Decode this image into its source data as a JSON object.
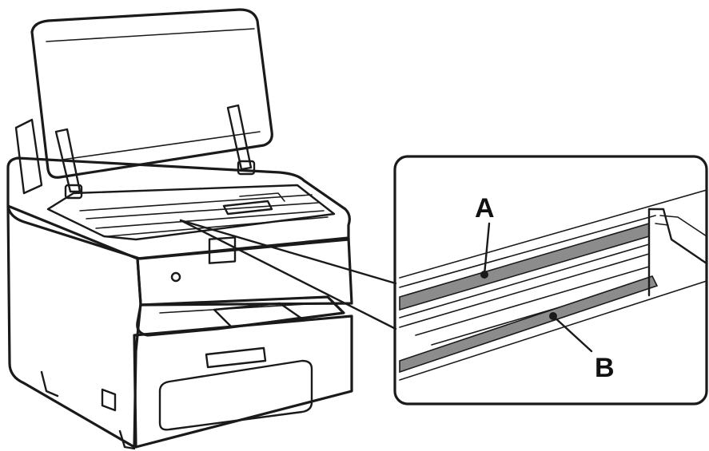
{
  "figure": {
    "subject": "printer-with-open-scanner-unit",
    "detail_view": {
      "labels": [
        {
          "id": "a",
          "text": "A"
        },
        {
          "id": "b",
          "text": "B"
        }
      ]
    },
    "colors": {
      "line": "#1a1a1a",
      "strip_fill": "#8c8c8c",
      "background": "#ffffff"
    }
  }
}
